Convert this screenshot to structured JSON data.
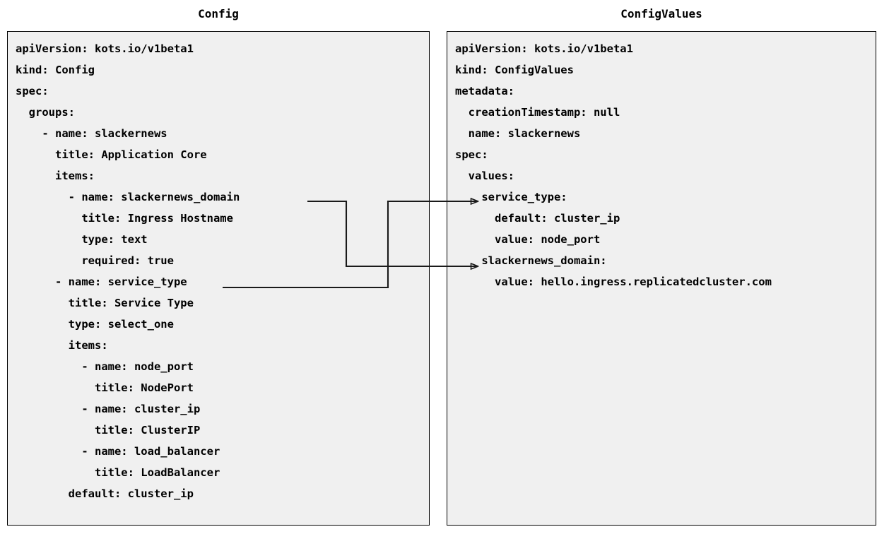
{
  "diagram": {
    "title_left": "Config",
    "title_right": "ConfigValues",
    "background_color": "#ffffff",
    "panel_fill": "#f0f0f0",
    "panel_border_color": "#000000",
    "connector_color": "#1a1a1a"
  },
  "config_panel": {
    "title": "Config",
    "lines": [
      "apiVersion: kots.io/v1beta1",
      "kind: Config",
      "spec:",
      "  groups:",
      "    - name: slackernews",
      "      title: Application Core",
      "      items:",
      "        - name: slackernews_domain",
      "          title: Ingress Hostname",
      "          type: text",
      "          required: true",
      "      - name: service_type",
      "        title: Service Type",
      "        type: select_one",
      "        items:",
      "          - name: node_port",
      "            title: NodePort",
      "          - name: cluster_ip",
      "            title: ClusterIP",
      "          - name: load_balancer",
      "            title: LoadBalancer",
      "        default: cluster_ip"
    ]
  },
  "config_values_panel": {
    "title": "ConfigValues",
    "lines": [
      "apiVersion: kots.io/v1beta1",
      "kind: ConfigValues",
      "metadata:",
      "  creationTimestamp: null",
      "  name: slackernews",
      "spec:",
      "  values:",
      "    service_type:",
      "      default: cluster_ip",
      "      value: node_port",
      "    slackernews_domain:",
      "      value: hello.ingress.replicatedcluster.com"
    ]
  },
  "connectors": [
    {
      "name": "slackernews-domain-link",
      "from_label": "slackernews_domain",
      "to_label": "slackernews_domain:",
      "arrowhead": "open-triangle"
    },
    {
      "name": "service-type-link",
      "from_label": "service_type",
      "to_label": "service_type:",
      "arrowhead": "open-triangle"
    }
  ]
}
